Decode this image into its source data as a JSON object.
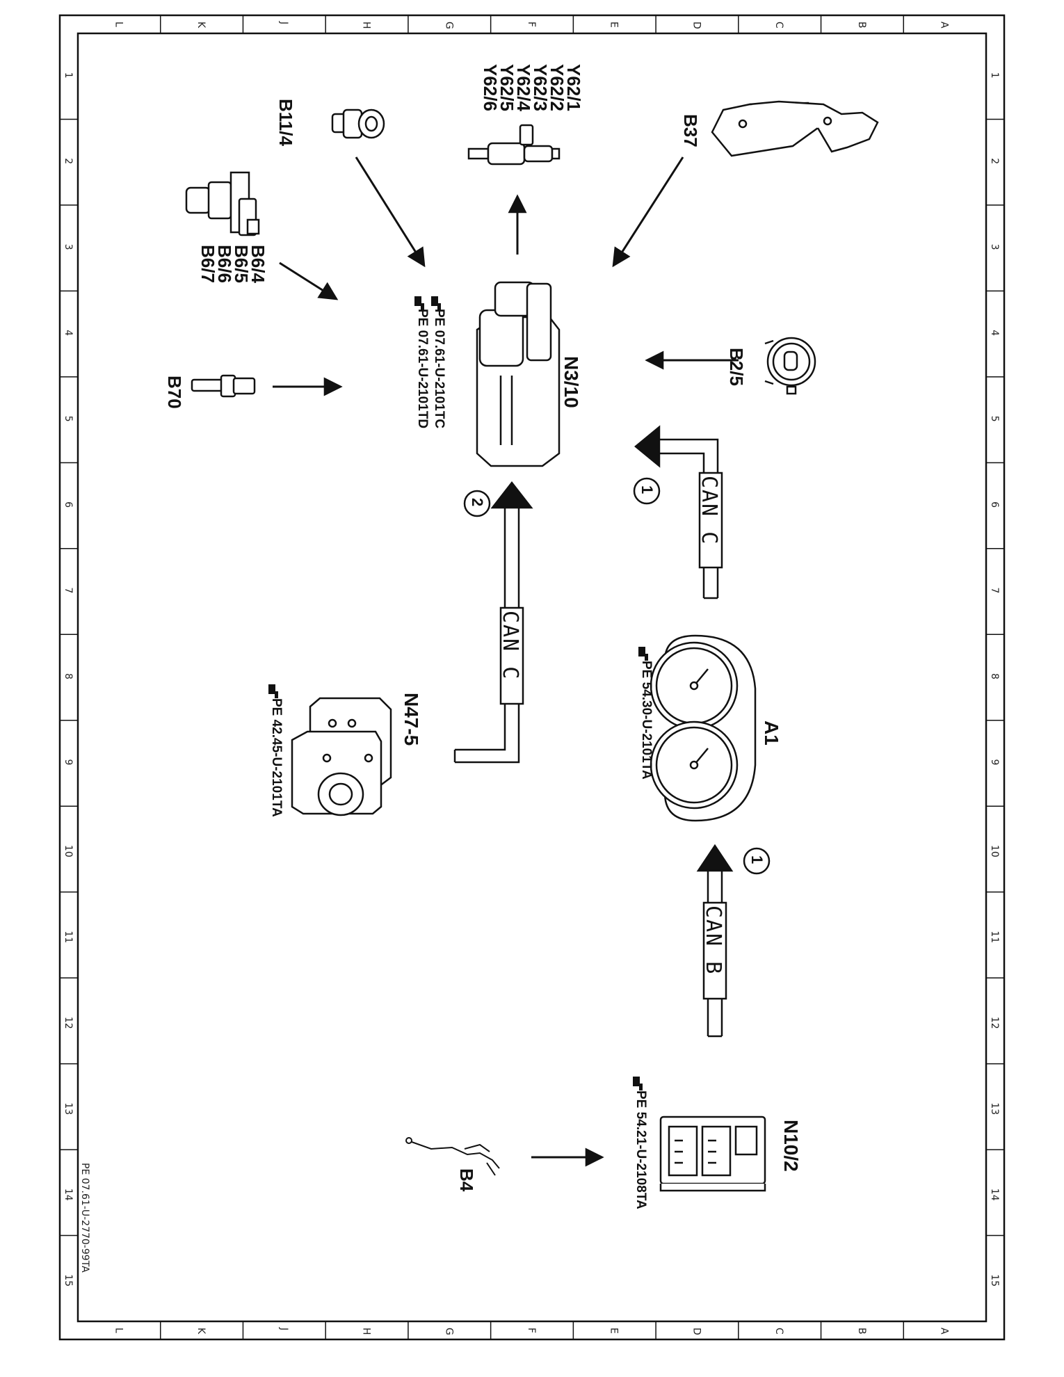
{
  "grid": {
    "columns": [
      "L",
      "K",
      "J",
      "H",
      "G",
      "F",
      "E",
      "D",
      "C",
      "B",
      "A"
    ],
    "rows": [
      "1",
      "2",
      "3",
      "4",
      "5",
      "6",
      "7",
      "8",
      "9",
      "10",
      "11",
      "12",
      "13",
      "14",
      "15"
    ]
  },
  "drawing_number": "PE 07.61-U-2770-99TA",
  "components": {
    "b11_4": "B11/4",
    "y62": [
      "Y62/1",
      "Y62/2",
      "Y62/3",
      "Y62/4",
      "Y62/5",
      "Y62/6"
    ],
    "b37": "B37",
    "b6": [
      "B6/4",
      "B6/5",
      "B6/6",
      "B6/7"
    ],
    "n3_10": "N3/10",
    "n3_10_refs": [
      "PE 07.61-U-2101TC",
      "PE 07.61-U-2101TD"
    ],
    "b2_5": "B2/5",
    "b70": "B70",
    "n47_5": "N47-5",
    "n47_5_ref": "PE 42.45-U-2101TA",
    "a1": "A1",
    "a1_ref": "PE 54.30-U-2101TA",
    "n10_2": "N10/2",
    "n10_2_ref": "PE 54.21-U-2108TA",
    "b4": "B4"
  },
  "bus": {
    "can_c": "CAN C",
    "can_b": "CAN B"
  },
  "markers": {
    "m1": "1",
    "m2": "2"
  },
  "colors": {
    "ink": "#111111",
    "paper": "#ffffff"
  }
}
